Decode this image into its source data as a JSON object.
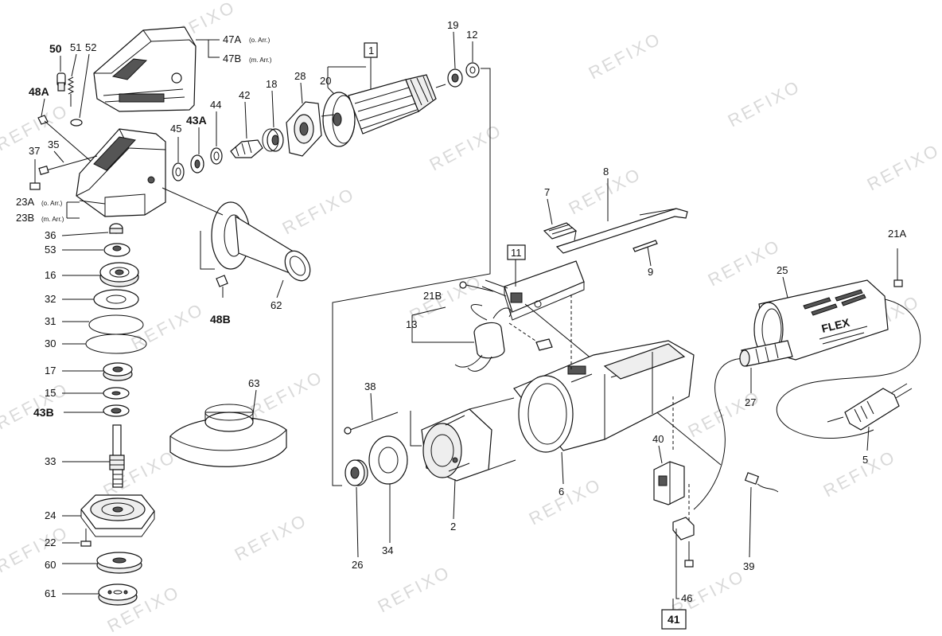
{
  "watermark": "REFIXO",
  "parts": {
    "p50": "50",
    "p51": "51",
    "p52": "52",
    "p47A": "47A",
    "p47A_note": "(o. Arr.)",
    "p47B": "47B",
    "p47B_note": "(m. Arr.)",
    "p48A": "48A",
    "p37": "37",
    "p35": "35",
    "p23A": "23A",
    "p23A_note": "(o. Arr.)",
    "p23B": "23B",
    "p23B_note": "(m. Arr.)",
    "p45": "45",
    "p43A": "43A",
    "p44": "44",
    "p42": "42",
    "p18": "18",
    "p28": "28",
    "p20": "20",
    "p1": "1",
    "p19": "19",
    "p12": "12",
    "p36": "36",
    "p53": "53",
    "p16": "16",
    "p32": "32",
    "p31": "31",
    "p30": "30",
    "p17": "17",
    "p15": "15",
    "p43B": "43B",
    "p33": "33",
    "p24": "24",
    "p22": "22",
    "p60": "60",
    "p61": "61",
    "p48B": "48B",
    "p62": "62",
    "p63": "63",
    "p7": "7",
    "p8": "8",
    "p9": "9",
    "p11": "11",
    "p21B": "21B",
    "p13": "13",
    "p38": "38",
    "p26": "26",
    "p34": "34",
    "p2": "2",
    "p6": "6",
    "p40": "40",
    "p46": "46",
    "p41": "41",
    "p39": "39",
    "p21A": "21A",
    "p25": "25",
    "p27": "27",
    "p5": "5"
  },
  "housing_brand": "FLEX"
}
